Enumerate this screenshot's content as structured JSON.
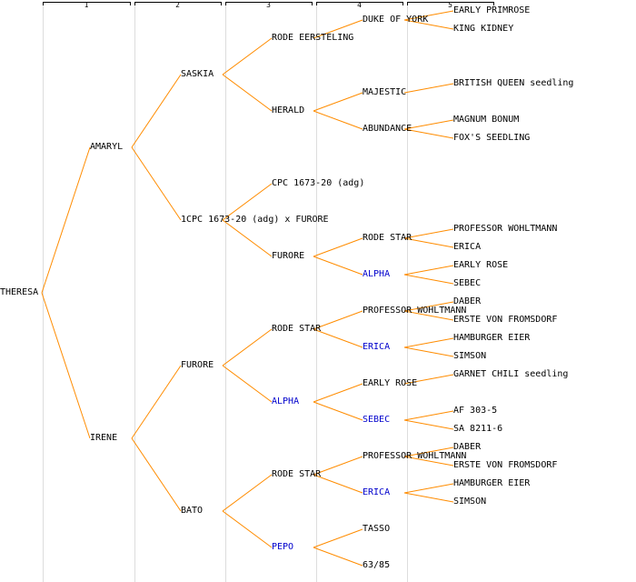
{
  "columns": [
    "1",
    "2",
    "3",
    "4",
    "5"
  ],
  "colors": {
    "edge": "#ff8c00",
    "highlight": "#0000cc",
    "text": "#000000",
    "rule": "#dddddd"
  },
  "nodes": [
    {
      "id": "theresa",
      "label": "THERESA",
      "gen": 0,
      "parent": null
    },
    {
      "id": "amaryl",
      "label": "AMARYL",
      "gen": 1,
      "parent": "theresa"
    },
    {
      "id": "irene",
      "label": "IRENE",
      "gen": 1,
      "parent": "theresa"
    },
    {
      "id": "saskia",
      "label": "SASKIA",
      "gen": 2,
      "parent": "amaryl"
    },
    {
      "id": "cpc_cross",
      "label": "1CPC 1673-20 (adg) x FURORE",
      "gen": 2,
      "parent": "amaryl"
    },
    {
      "id": "furore_b",
      "label": "FURORE",
      "gen": 2,
      "parent": "irene"
    },
    {
      "id": "bato",
      "label": "BATO",
      "gen": 2,
      "parent": "irene"
    },
    {
      "id": "rode_eersteling",
      "label": "RODE EERSTELING",
      "gen": 3,
      "parent": "saskia"
    },
    {
      "id": "herald",
      "label": "HERALD",
      "gen": 3,
      "parent": "saskia"
    },
    {
      "id": "cpc",
      "label": "CPC 1673-20 (adg)",
      "gen": 3,
      "parent": "cpc_cross"
    },
    {
      "id": "furore_a",
      "label": "FURORE",
      "gen": 3,
      "parent": "cpc_cross"
    },
    {
      "id": "rode_star_b",
      "label": "RODE STAR",
      "gen": 3,
      "parent": "furore_b"
    },
    {
      "id": "alpha_b",
      "label": "ALPHA",
      "gen": 3,
      "parent": "furore_b",
      "hl": true
    },
    {
      "id": "rode_star_c",
      "label": "RODE STAR",
      "gen": 3,
      "parent": "bato"
    },
    {
      "id": "pepo",
      "label": "PEPO",
      "gen": 3,
      "parent": "bato",
      "hl": true
    },
    {
      "id": "duke",
      "label": "DUKE OF YORK",
      "gen": 4,
      "parent": "rode_eersteling"
    },
    {
      "id": "majestic",
      "label": "MAJESTIC",
      "gen": 4,
      "parent": "herald"
    },
    {
      "id": "abundance",
      "label": "ABUNDANCE",
      "gen": 4,
      "parent": "herald"
    },
    {
      "id": "rode_star_a",
      "label": "RODE STAR",
      "gen": 4,
      "parent": "furore_a"
    },
    {
      "id": "alpha_a",
      "label": "ALPHA",
      "gen": 4,
      "parent": "furore_a",
      "hl": true
    },
    {
      "id": "prof_b",
      "label": "PROFESSOR WOHLTMANN",
      "gen": 4,
      "parent": "rode_star_b"
    },
    {
      "id": "erica_b",
      "label": "ERICA",
      "gen": 4,
      "parent": "rode_star_b",
      "hl": true
    },
    {
      "id": "early_rose_b",
      "label": "EARLY ROSE",
      "gen": 4,
      "parent": "alpha_b"
    },
    {
      "id": "sebec_b",
      "label": "SEBEC",
      "gen": 4,
      "parent": "alpha_b",
      "hl": true
    },
    {
      "id": "prof_c",
      "label": "PROFESSOR WOHLTMANN",
      "gen": 4,
      "parent": "rode_star_c"
    },
    {
      "id": "erica_c",
      "label": "ERICA",
      "gen": 4,
      "parent": "rode_star_c",
      "hl": true
    },
    {
      "id": "tasso",
      "label": "TASSO",
      "gen": 4,
      "parent": "pepo"
    },
    {
      "id": "n6385",
      "label": "63/85",
      "gen": 4,
      "parent": "pepo"
    },
    {
      "id": "early_primrose",
      "label": "EARLY PRIMROSE",
      "gen": 5,
      "parent": "duke"
    },
    {
      "id": "king_kidney",
      "label": "KING KIDNEY",
      "gen": 5,
      "parent": "duke"
    },
    {
      "id": "british_queen",
      "label": "BRITISH QUEEN seedling",
      "gen": 5,
      "parent": "majestic"
    },
    {
      "id": "magnum",
      "label": "MAGNUM BONUM",
      "gen": 5,
      "parent": "abundance"
    },
    {
      "id": "fox",
      "label": "FOX'S SEEDLING",
      "gen": 5,
      "parent": "abundance"
    },
    {
      "id": "prof_a",
      "label": "PROFESSOR WOHLTMANN",
      "gen": 5,
      "parent": "rode_star_a"
    },
    {
      "id": "erica_a",
      "label": "ERICA",
      "gen": 5,
      "parent": "rode_star_a"
    },
    {
      "id": "early_rose_a",
      "label": "EARLY ROSE",
      "gen": 5,
      "parent": "alpha_a"
    },
    {
      "id": "sebec_a",
      "label": "SEBEC",
      "gen": 5,
      "parent": "alpha_a"
    },
    {
      "id": "daber_b",
      "label": "DABER",
      "gen": 5,
      "parent": "prof_b"
    },
    {
      "id": "erste_b",
      "label": "ERSTE VON FROMSDORF",
      "gen": 5,
      "parent": "prof_b"
    },
    {
      "id": "hamburger_b",
      "label": "HAMBURGER EIER",
      "gen": 5,
      "parent": "erica_b"
    },
    {
      "id": "simson_b",
      "label": "SIMSON",
      "gen": 5,
      "parent": "erica_b"
    },
    {
      "id": "garnet",
      "label": "GARNET CHILI seedling",
      "gen": 5,
      "parent": "early_rose_b"
    },
    {
      "id": "af303",
      "label": "AF 303-5",
      "gen": 5,
      "parent": "sebec_b"
    },
    {
      "id": "sa8211",
      "label": "SA 8211-6",
      "gen": 5,
      "parent": "sebec_b"
    },
    {
      "id": "daber_c",
      "label": "DABER",
      "gen": 5,
      "parent": "prof_c"
    },
    {
      "id": "erste_c",
      "label": "ERSTE VON FROMSDORF",
      "gen": 5,
      "parent": "prof_c"
    },
    {
      "id": "hamburger_c",
      "label": "HAMBURGER EIER",
      "gen": 5,
      "parent": "erica_c"
    },
    {
      "id": "simson_c",
      "label": "SIMSON",
      "gen": 5,
      "parent": "erica_c"
    }
  ]
}
